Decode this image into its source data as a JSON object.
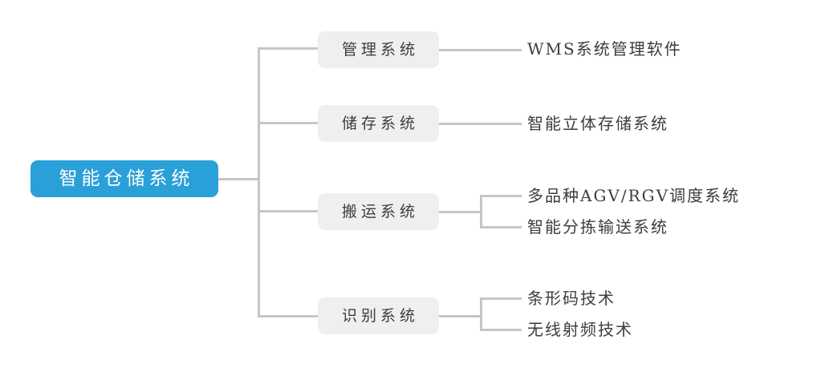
{
  "diagram": {
    "type": "mind-map-tree",
    "orientation": "left-to-right",
    "colors": {
      "root_fill": "#2AA0D8",
      "root_text": "#FFFFFF",
      "branch_fill": "#EFEFEF",
      "branch_text": "#3D3D3D",
      "leaf_text": "#3D3D3D",
      "connector": "#C6C6C6",
      "background": "#FFFFFF"
    },
    "root": {
      "label": "智能仓储系统"
    },
    "branches": [
      {
        "label": "管理系统",
        "leaves": [
          {
            "label": "WMS系统管理软件"
          }
        ]
      },
      {
        "label": "储存系统",
        "leaves": [
          {
            "label": "智能立体存储系统"
          }
        ]
      },
      {
        "label": "搬运系统",
        "leaves": [
          {
            "label": "多品种AGV/RGV调度系统"
          },
          {
            "label": "智能分拣输送系统"
          }
        ]
      },
      {
        "label": "识别系统",
        "leaves": [
          {
            "label": "条形码技术"
          },
          {
            "label": "无线射频技术"
          }
        ]
      }
    ]
  }
}
